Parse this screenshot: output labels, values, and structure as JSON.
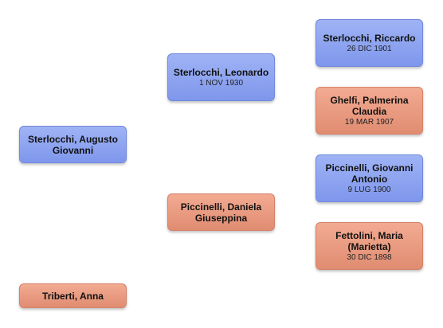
{
  "people": {
    "augusto": {
      "name": "Sterlocchi, Augusto Giovanni",
      "date": ""
    },
    "anna": {
      "name": "Triberti, Anna",
      "date": ""
    },
    "leonardo": {
      "name": "Sterlocchi, Leonardo",
      "date": "1 NOV 1930"
    },
    "daniela": {
      "name": "Piccinelli, Daniela Giuseppina",
      "date": ""
    },
    "riccardo": {
      "name": "Sterlocchi, Riccardo",
      "date": "26 DIC 1901"
    },
    "palmerina": {
      "name": "Ghelfi, Palmerina Claudia",
      "date": "19 MAR 1907"
    },
    "giovanni_antonio": {
      "name": "Piccinelli, Giovanni Antonio",
      "date": "9 LUG 1900"
    },
    "maria": {
      "name": "Fettolini, Maria (Marietta)",
      "date": "30 DIC 1898"
    }
  },
  "colors": {
    "male": "#8ea4f0",
    "female": "#e99a7f"
  }
}
